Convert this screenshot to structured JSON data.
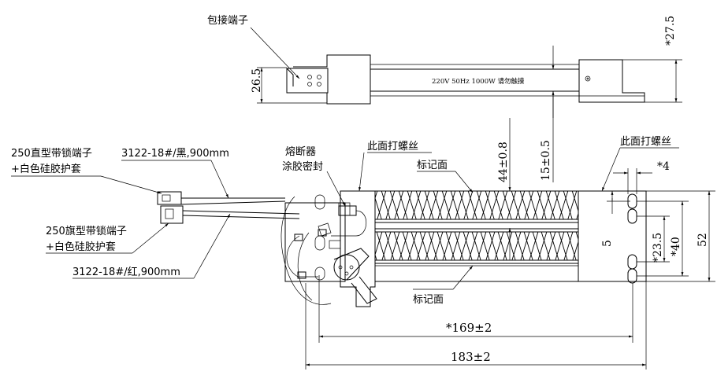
{
  "side_view": {
    "terminal_label": "包接端子",
    "height_dim": "26.5",
    "top_dim": "*27.5",
    "warning_text": "220V 50Hz 1000W 请勿触摸"
  },
  "front_view": {
    "wire_black_terminal_label": "250直型带锁端子",
    "wire_black_sleeve_label": "+白色硅胶护套",
    "wire_black_spec": "3122-18#/黑,900mm",
    "wire_red_terminal_label": "250旗型带锁端子",
    "wire_red_sleeve_label": "+白色硅胶护套",
    "wire_red_spec": "3122-18#/红,900mm",
    "fuse_label": "熔断器",
    "fuse_seal_label": "涂胶密封",
    "left_screw_label": "此面打螺丝",
    "right_screw_label": "此面打螺丝",
    "mark_face_top": "标记面",
    "mark_face_bottom": "标记面",
    "dim_fin_height": "44±0.8",
    "dim_offset": "15±0.5",
    "dim_hole_gap": "*4",
    "dim_5": "5",
    "dim_23_5": "*23.5",
    "dim_40": "*40",
    "dim_52": "52",
    "dim_169": "*169±2",
    "dim_183": "183±2"
  }
}
